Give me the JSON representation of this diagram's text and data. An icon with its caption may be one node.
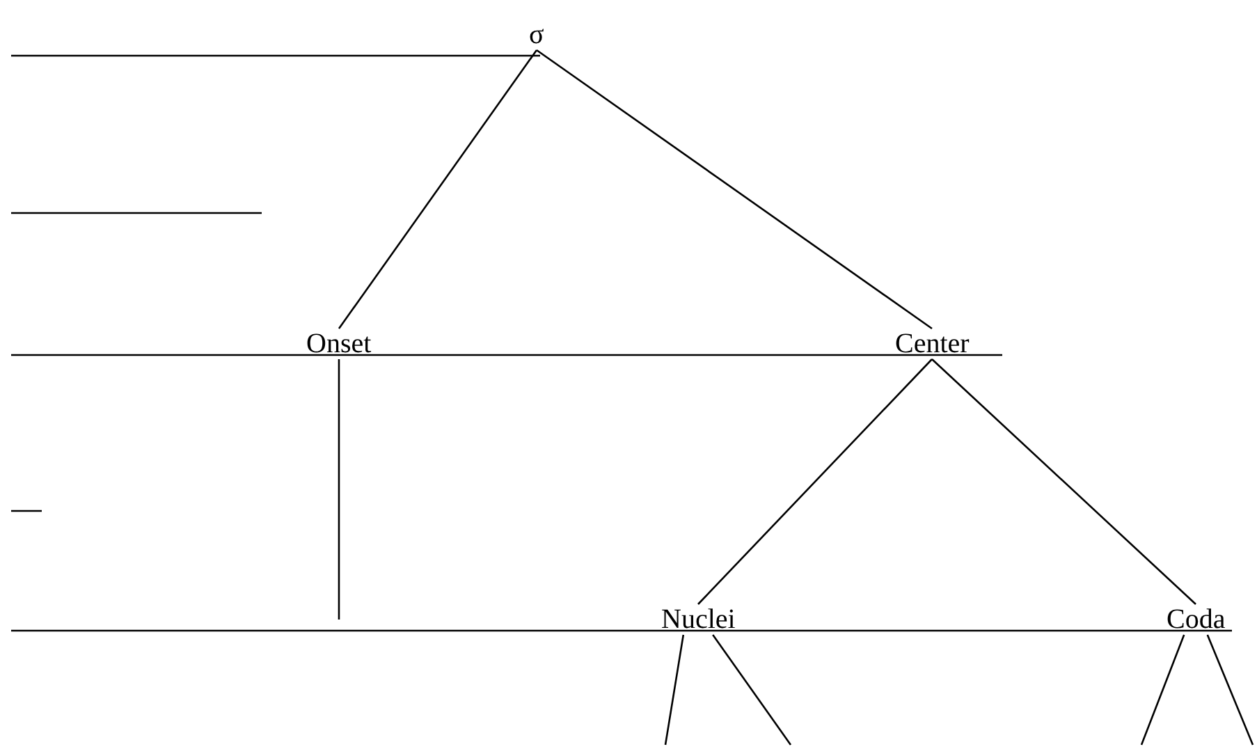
{
  "diagram": {
    "nodes": [
      {
        "text": [
          "σ"
        ]
      },
      {
        "text": [
          "Onset"
        ]
      },
      {
        "text": [
          "Center"
        ]
      },
      {
        "text": [
          "Nuclei"
        ]
      },
      {
        "text": [
          "Coda"
        ]
      }
    ],
    "edges": [
      {
        "from": 0,
        "to": 1,
        "arrow": "none"
      },
      {
        "from": 0,
        "to": 2,
        "arrow": "none"
      },
      {
        "from": 1,
        "to": null,
        "arrow": "none"
      },
      {
        "from": 2,
        "to": 3,
        "arrow": "none"
      },
      {
        "from": 2,
        "to": 4,
        "arrow": "none"
      },
      {
        "from": 3,
        "to": null,
        "arrow": "none"
      },
      {
        "from": 3,
        "to": null,
        "arrow": "none"
      },
      {
        "from": 4,
        "to": null,
        "arrow": "none"
      },
      {
        "from": 4,
        "to": null,
        "arrow": "none"
      }
    ]
  }
}
